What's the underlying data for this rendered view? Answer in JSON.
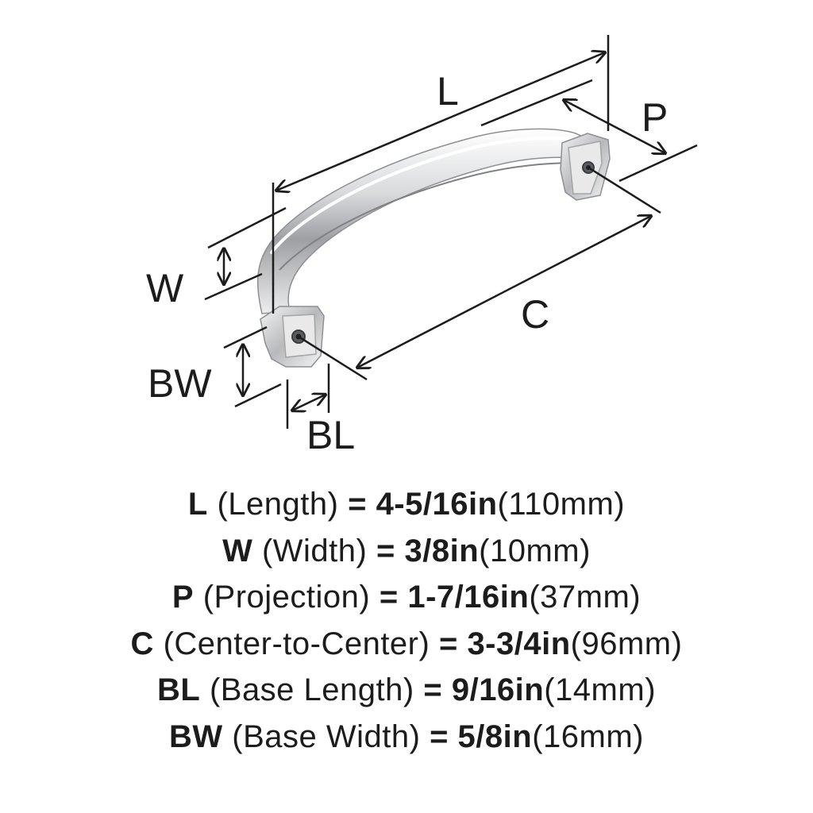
{
  "diagram": {
    "labels": {
      "L": "L",
      "P": "P",
      "W": "W",
      "C": "C",
      "BW": "BW",
      "BL": "BL"
    }
  },
  "specs": [
    {
      "code": "L",
      "name": "(Length)",
      "imperial": "4-5/16in",
      "metric": "(110mm)"
    },
    {
      "code": "W",
      "name": "(Width)",
      "imperial": "3/8in",
      "metric": "(10mm)"
    },
    {
      "code": "P",
      "name": "(Projection)",
      "imperial": "1-7/16in",
      "metric": "(37mm)"
    },
    {
      "code": "C",
      "name": "(Center-to-Center)",
      "imperial": "3-3/4in",
      "metric": "(96mm)"
    },
    {
      "code": "BL",
      "name": "(Base Length)",
      "imperial": "9/16in",
      "metric": "(14mm)"
    },
    {
      "code": "BW",
      "name": "(Base Width)",
      "imperial": "5/8in",
      "metric": "(16mm)"
    }
  ],
  "equals": "="
}
